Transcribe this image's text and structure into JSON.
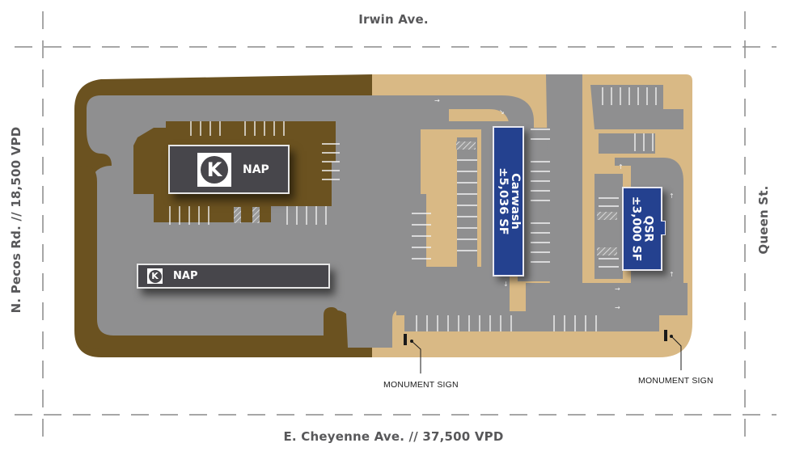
{
  "streets": {
    "top": "Irwin Ave.",
    "bottom": "E. Cheyenne Ave. // 37,500 VPD",
    "left": "N. Pecos Rd. // 18,500 VPD",
    "right": "Queen St."
  },
  "buildings": [
    {
      "id": "nap-1",
      "label": "NAP",
      "logo": "circle-k-logo",
      "letter": "K"
    },
    {
      "id": "nap-2",
      "label": "NAP",
      "logo": "circle-k-logo",
      "letter": "K"
    },
    {
      "id": "carwash",
      "label": "Carwash",
      "size": "±5,036 SF"
    },
    {
      "id": "qsr",
      "label": "QSR",
      "size": "±3,000 SF"
    }
  ],
  "monument_signs": [
    {
      "label": "MONUMENT SIGN"
    },
    {
      "label": "MONUMENT SIGN"
    }
  ],
  "colors": {
    "asphalt": "#8f8f90",
    "brown_landscape": "#6b5220",
    "sand_landscape": "#d9b985",
    "building_dark": "#47464b",
    "building_blue": "#24418f",
    "street_text": "#58585a",
    "boundary_dash": "#8a8a8a"
  }
}
